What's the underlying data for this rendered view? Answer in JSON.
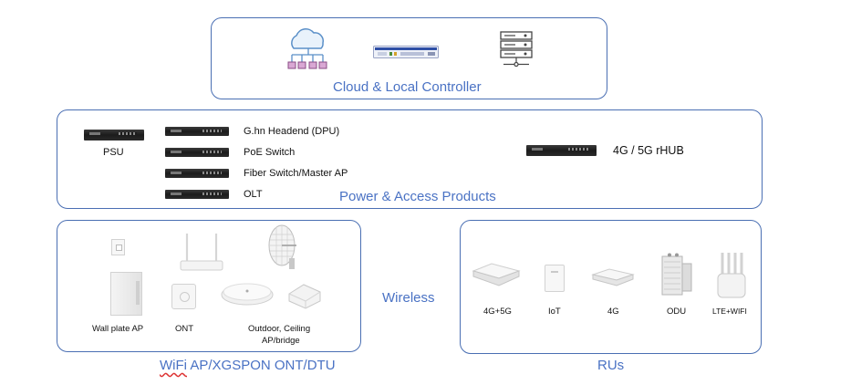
{
  "cloud": {
    "title": "Cloud & Local Controller"
  },
  "power": {
    "title": "Power & Access Products",
    "psu_label": "PSU",
    "items": [
      "G.hn Headend (DPU)",
      "PoE Switch",
      "Fiber Switch/Master AP",
      "OLT"
    ],
    "rhub_label": "4G / 5G rHUB"
  },
  "wifi": {
    "title_underlined": "WiFi",
    "title_rest": " AP/XGSPON ONT/DTU",
    "wall_plate_label": "Wall plate AP",
    "ont_label": "ONT",
    "outdoor_label_line1": "Outdoor, Ceiling",
    "outdoor_label_line2": "AP/bridge"
  },
  "wireless_label": "Wireless",
  "rus": {
    "title": "RUs",
    "items": [
      "4G+5G",
      "IoT",
      "4G",
      "ODU",
      "LTE+WIFI"
    ]
  }
}
